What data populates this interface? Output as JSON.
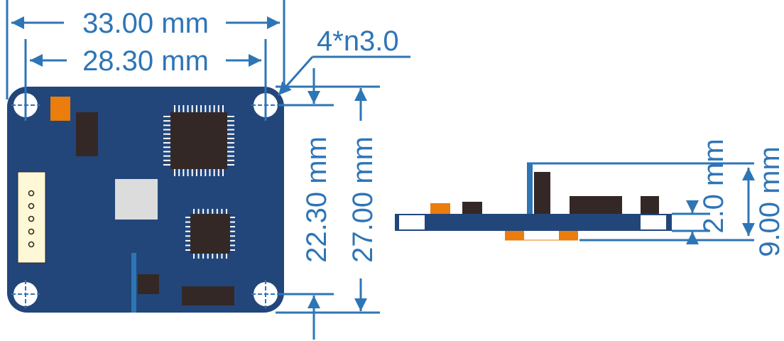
{
  "dimensions": {
    "overall_width": "33.00 mm",
    "hole_spacing_width": "28.30 mm",
    "hole_callout": "4*n3.0",
    "hole_spacing_height": "22.30 mm",
    "overall_height": "27.00 mm",
    "board_thickness": "2.0 mm",
    "overall_depth": "9.00 mm"
  },
  "colors": {
    "dimension": "#2e75b6",
    "board": "#22467a",
    "board_edge": "#1c3a66",
    "chip": "#342826",
    "orange": "#ea7d0c",
    "connector": "#fff8d6",
    "crystal": "#dcdcdc",
    "hole": "#ffffff"
  },
  "icons": {
    "mounting_hole": "crosshair-circle-icon",
    "arrow": "arrowhead-icon"
  }
}
